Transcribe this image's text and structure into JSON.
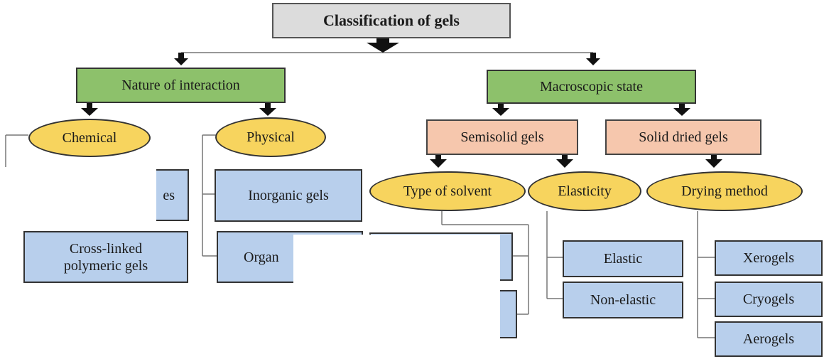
{
  "title": "Classification of gels",
  "branches": {
    "nature": "Nature of interaction",
    "macro": "Macroscopic state"
  },
  "nature_children": {
    "chemical": "Chemical",
    "physical": "Physical"
  },
  "chemical_items": {
    "partial": "es",
    "crosslinked": "Cross-linked\npolymeric gels"
  },
  "physical_items": {
    "inorganic": "Inorganic gels",
    "organic_partial": "Organ"
  },
  "macro_children": {
    "semisolid": "Semisolid gels",
    "solid_dried": "Solid dried gels"
  },
  "semisolid_children": {
    "solvent": "Type of solvent",
    "elasticity": "Elasticity"
  },
  "elasticity_items": {
    "elastic": "Elastic",
    "non_elastic": "Non-elastic"
  },
  "solid_children": {
    "drying": "Drying method"
  },
  "drying_items": {
    "xerogels": "Xerogels",
    "cryogels": "Cryogels",
    "aerogels": "Aerogels"
  },
  "colors": {
    "root": "#dcdcdc",
    "green": "#8dc16b",
    "peach": "#f6c7ad",
    "oval": "#f7d45e",
    "blue": "#b8cfec"
  }
}
